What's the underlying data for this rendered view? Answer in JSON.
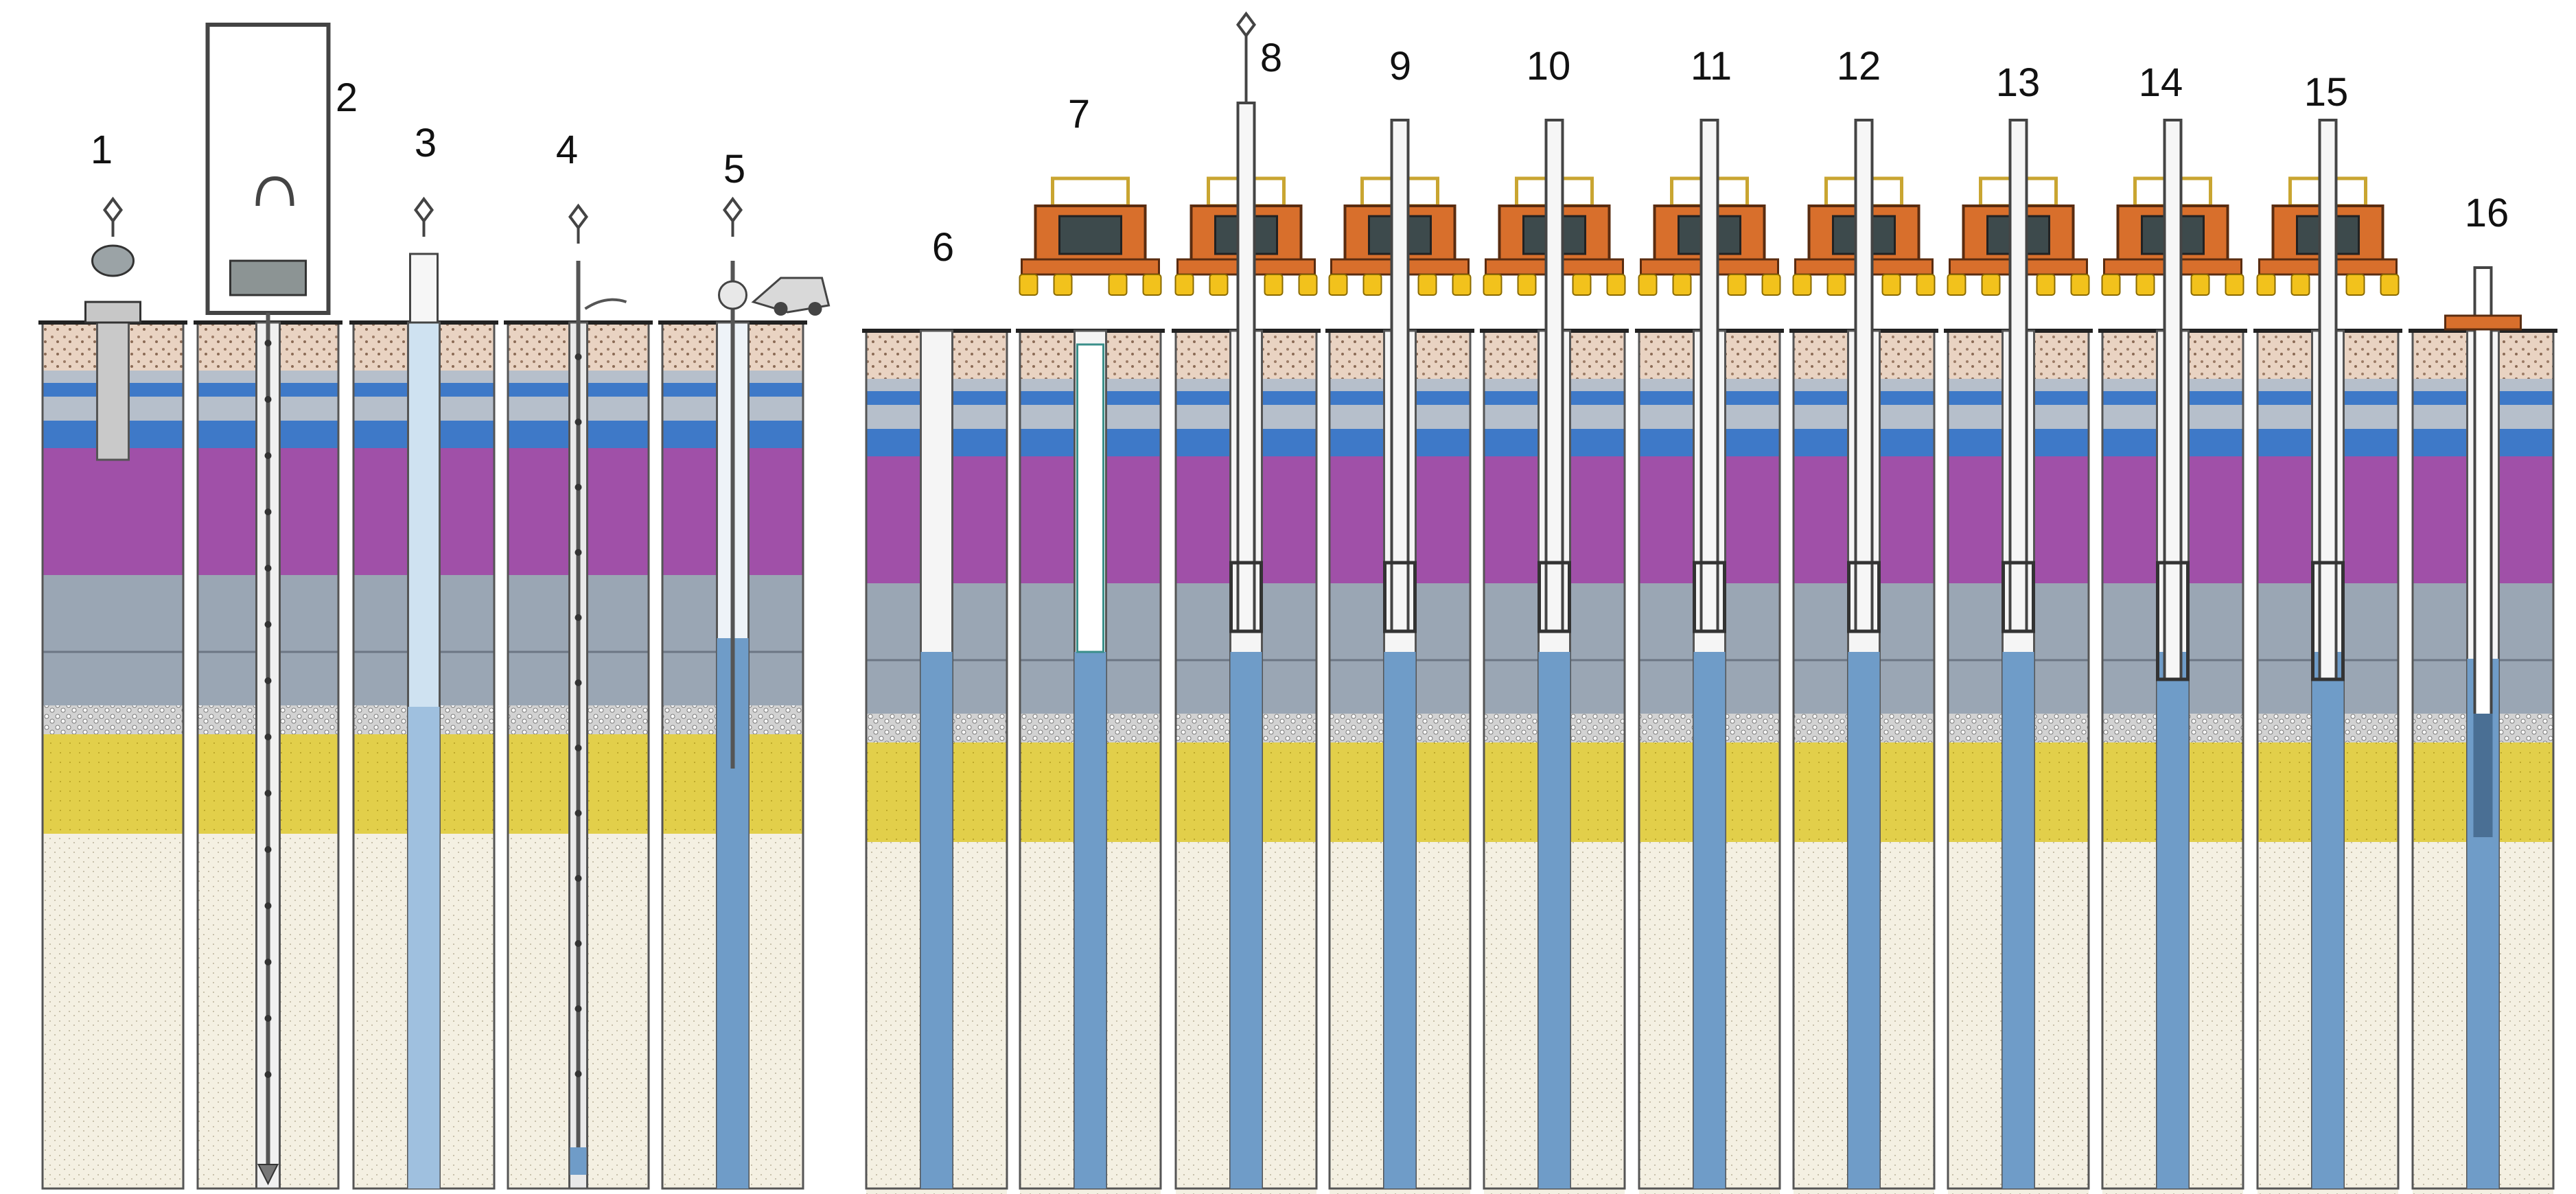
{
  "steps": [
    {
      "label": "1"
    },
    {
      "label": "2"
    },
    {
      "label": "3"
    },
    {
      "label": "4"
    },
    {
      "label": "5"
    },
    {
      "label": "6"
    },
    {
      "label": "7"
    },
    {
      "label": "8"
    },
    {
      "label": "9"
    },
    {
      "label": "10"
    },
    {
      "label": "11"
    },
    {
      "label": "12"
    },
    {
      "label": "13"
    },
    {
      "label": "14"
    },
    {
      "label": "15"
    },
    {
      "label": "16"
    }
  ],
  "colors": {
    "topsoil": "#e9d3c2",
    "clay_grey": "#b6bfcb",
    "blue_band": "#3e79c8",
    "purple": "#a050a8",
    "grey_layer": "#9aa6b4",
    "gravel": "#cfcfcf",
    "yellow_sand": "#e2cf4a",
    "base_sand": "#f4f0e2",
    "water": "#6f9cc8",
    "slurry": "#cfe2f1",
    "frame_orange": "#d86f2c",
    "yellow_jack": "#f2c21c",
    "steel": "#9a9a9a"
  }
}
